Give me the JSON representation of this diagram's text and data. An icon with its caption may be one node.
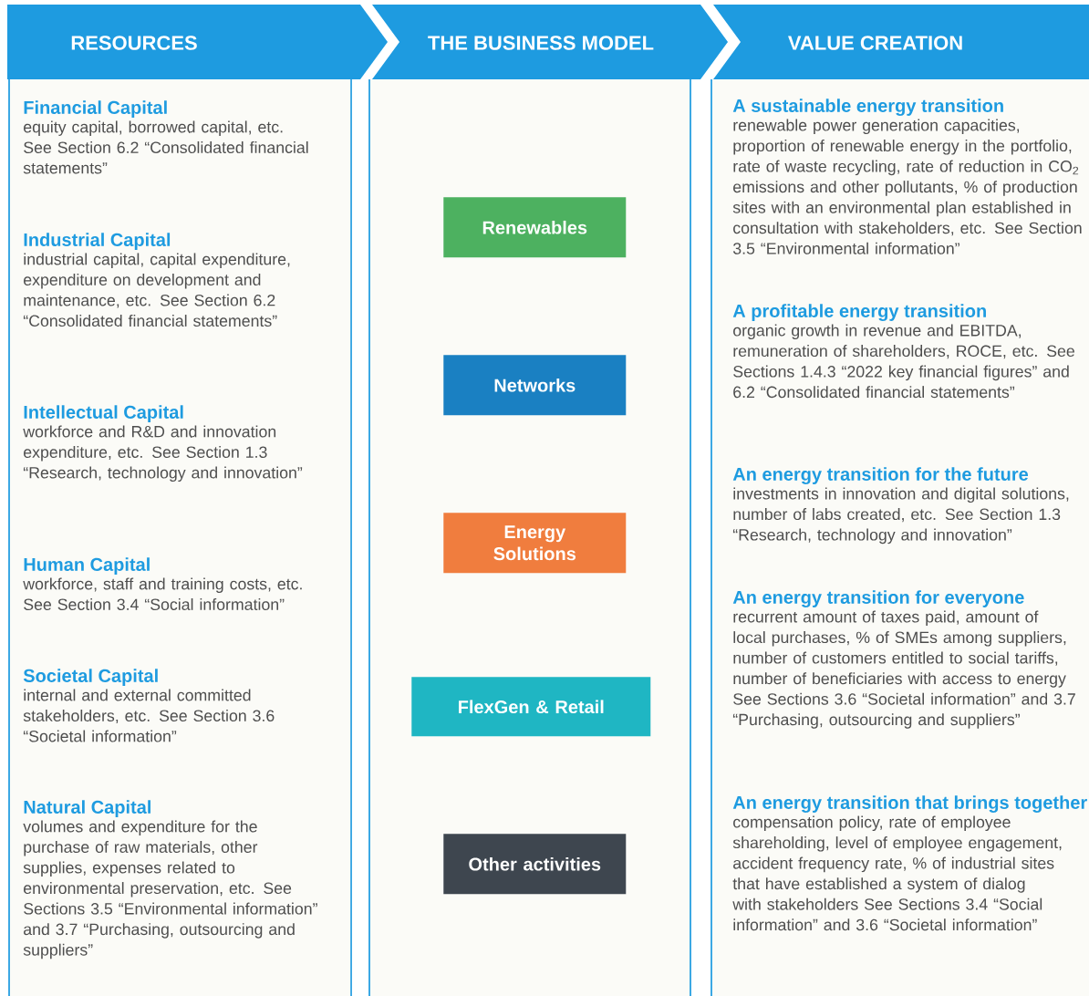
{
  "diagram": {
    "nodes": [
      {
        "text": [
          "RESOURCES",
          "Financial Capital",
          "equity capital, borrowed capital, etc. See Section 6.2 “Consolidated financial statements”",
          "Industrial Capital",
          "industrial capital, capital expenditure, expenditure on development and maintenance, etc. See Section 6.2 “Consolidated financial statements”",
          "Intellectual Capital",
          "workforce and R&D and innovation expenditure, etc. See Section 1.3 “Research, technology and innovation”",
          "Human Capital",
          "workforce, staff and training costs, etc. See Section 3.4 “Social information”",
          "Societal Capital",
          "internal and external committed stakeholders, etc. See Section 3.6 “Societal information”",
          "Natural Capital",
          "volumes and expenditure for the purchase of raw materials, other supplies, expenses related to environmental preservation, etc. See Sections 3.5 “Environmental information” and 3.7 “Purchasing, outsourcing and suppliers”"
        ]
      },
      {
        "text": [
          "THE BUSINESS MODEL"
        ]
      },
      {
        "text": [
          "Renewables"
        ],
        "in": 1
      },
      {
        "text": [
          "Networks"
        ],
        "in": 1
      },
      {
        "text": [
          "Energy Solutions"
        ],
        "in": 1
      },
      {
        "text": [
          "FlexGen & Retail"
        ],
        "in": 1
      },
      {
        "text": [
          "Other activities"
        ],
        "in": 1
      },
      {
        "text": [
          "VALUE CREATION",
          "A sustainable energy transition",
          "renewable power generation capacities, proportion of renewable energy in the portfolio, rate of waste recycling, rate of reduction in CO$_{2}$ emissions and other pollutants, % of production sites with an environmental plan established in consultation with stakeholders, etc. See Section 3.5 “Environmental information”",
          "A profitable energy transition",
          "organic growth in revenue and EBITDA, remuneration of shareholders, ROCE, etc. See Sections 1.4.3 “2022 key financial figures” and 6.2 “Consolidated financial statements”",
          "An energy transition for the future",
          "investments in innovation and digital solutions, number of labs created, etc. See Section 1.3 “Research, technology and innovation”",
          "An energy transition for everyone",
          "recurrent amount of taxes paid, amount of local purchases, % of SMEs among suppliers, number of customers entitled to social tariffs, number of beneficiaries with access to energy See Sections 3.6 “Societal information” and 3.7 “Purchasing, outsourcing and suppliers”",
          "An energy transition that brings together",
          "compensation policy, rate of employee shareholding, level of employee engagement, accident frequency rate, % of industrial sites that have established a system of dialog with stakeholders See Sections 3.4 “Social information” and 3.6 “Societal information”"
        ]
      }
    ]
  }
}
